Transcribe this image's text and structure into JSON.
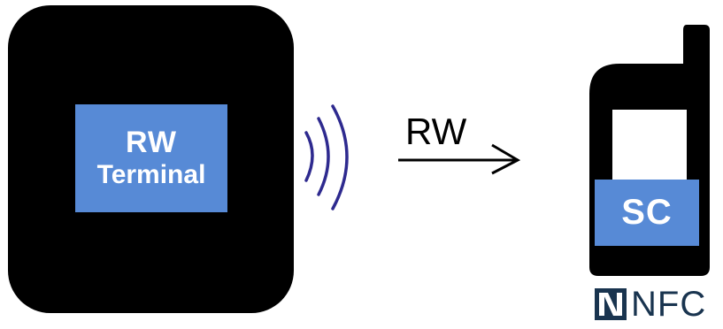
{
  "reader": {
    "label_line1": "RW",
    "label_line2": "Terminal"
  },
  "arrow": {
    "label": "RW"
  },
  "phone": {
    "label": "SC"
  },
  "nfc_logo": {
    "text": "NFC"
  },
  "colors": {
    "label_fill": "#578ad6",
    "device_body": "#000000",
    "waves": "#2e2a8f",
    "nfc_logo": "#19344f"
  }
}
